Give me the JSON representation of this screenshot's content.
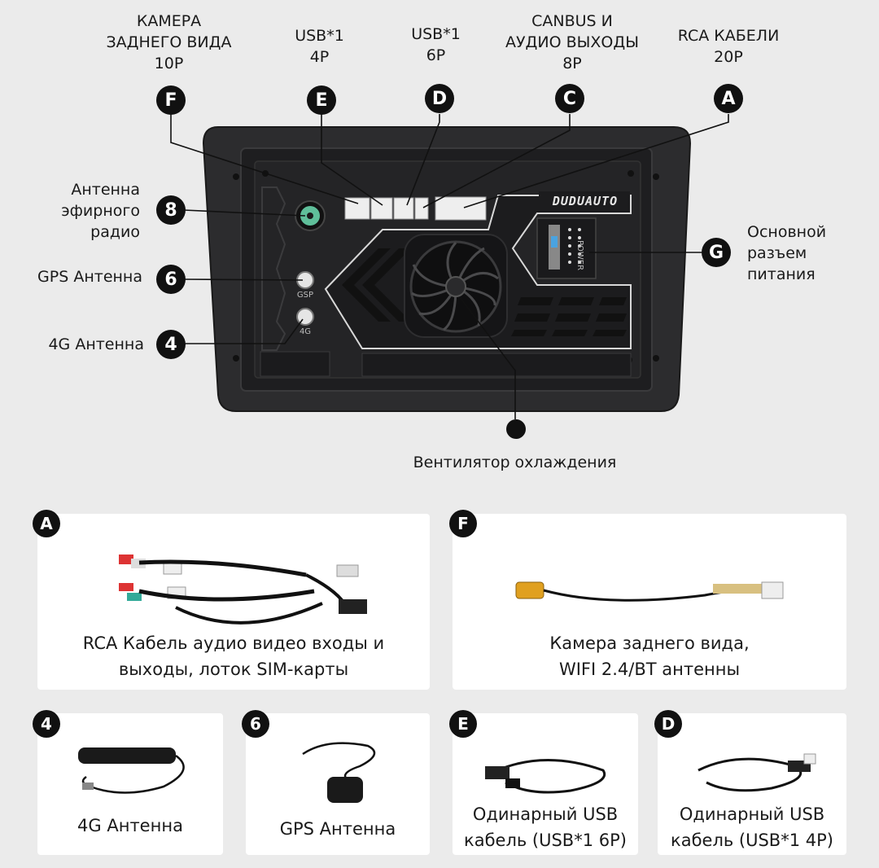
{
  "top_labels": {
    "camera": "КАМЕРА\nЗАДНЕГО ВИДА\n10P",
    "usb4": "USB*1\n4P",
    "usb6": "USB*1\n6P",
    "canbus": "CANBUS И\nАУДИО ВЫХОДЫ\n8P",
    "rca": "RCA КАБЕЛИ\n20P"
  },
  "badges": {
    "F": "F",
    "E": "E",
    "D": "D",
    "C": "C",
    "A": "A",
    "eight": "8",
    "six": "6",
    "four": "4",
    "G": "G"
  },
  "side_labels": {
    "radio": "Антенна\nэфирного\nрадио",
    "gps": "GPS Антенна",
    "g4": "4G  Антенна",
    "power": "Основной\nразъем\nпитания",
    "fan": "Вентилятор охлаждения"
  },
  "device": {
    "brand": "DUDUAUTO",
    "power_text": "POWER",
    "gsp_text": "GSP",
    "g4_text": "4G"
  },
  "cards": {
    "A": {
      "badge": "A",
      "caption": "RCA Кабель аудио видео входы и\nвыходы, лоток SIM-карты"
    },
    "F": {
      "badge": "F",
      "caption": "Камера заднего вида,\nWIFI 2.4/BT антенны"
    },
    "four": {
      "badge": "4",
      "caption": "4G Антенна"
    },
    "six": {
      "badge": "6",
      "caption": "GPS Антенна"
    },
    "E": {
      "badge": "E",
      "caption": "Одинарный USB\nкабель (USB*1 6P)"
    },
    "D": {
      "badge": "D",
      "caption": "Одинарный USB\nкабель (USB*1 4P)"
    }
  },
  "colors": {
    "housing": "#2b2b2d",
    "panel": "#1f1f21",
    "badge": "#111111",
    "antenna_green": "#5fbf9a"
  }
}
